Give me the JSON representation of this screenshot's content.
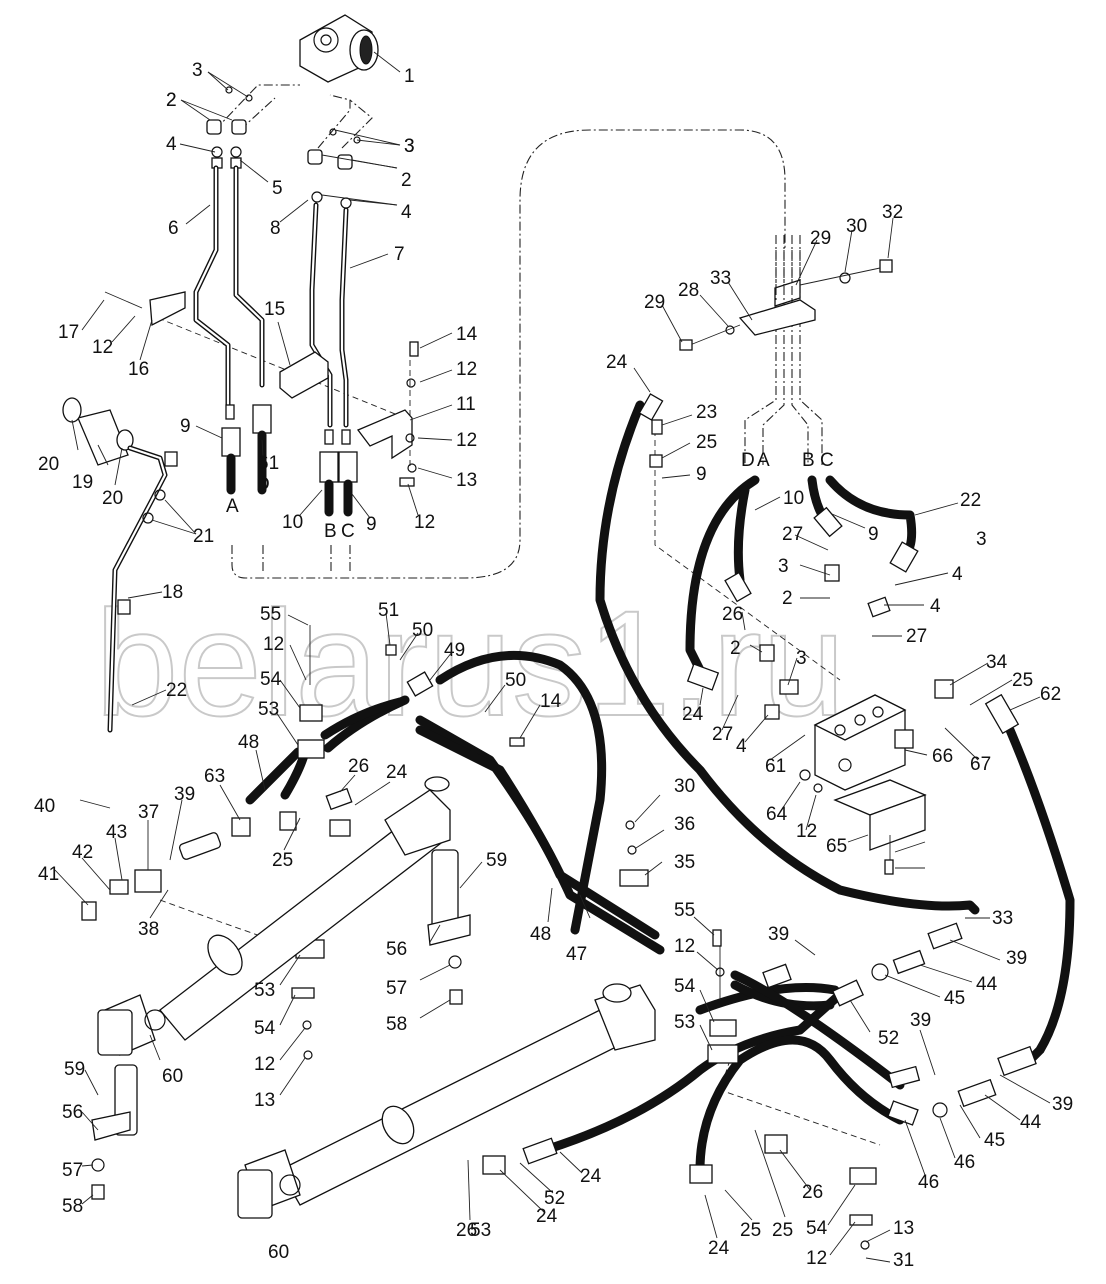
{
  "watermark": "belarus1.ru",
  "ports": [
    "A",
    "D",
    "B",
    "C",
    "D",
    "A",
    "B",
    "C"
  ],
  "callouts": [
    "1",
    "2",
    "3",
    "3",
    "4",
    "5",
    "6",
    "8",
    "3",
    "2",
    "2",
    "4",
    "7",
    "17",
    "12",
    "16",
    "15",
    "14",
    "12",
    "11",
    "12",
    "13",
    "12",
    "9",
    "61",
    "10",
    "9",
    "20",
    "19",
    "20",
    "21",
    "18",
    "22",
    "55",
    "12",
    "54",
    "53",
    "51",
    "50",
    "49",
    "50",
    "14",
    "48",
    "63",
    "26",
    "24",
    "25",
    "39",
    "37",
    "40",
    "43",
    "42",
    "41",
    "38",
    "59",
    "56",
    "57",
    "58",
    "60",
    "53",
    "54",
    "12",
    "13",
    "59",
    "56",
    "57",
    "58",
    "60",
    "30",
    "36",
    "35",
    "48",
    "47",
    "55",
    "12",
    "54",
    "53",
    "39",
    "33",
    "39",
    "44",
    "45",
    "52",
    "39",
    "39",
    "44",
    "45",
    "46",
    "46",
    "24",
    "26",
    "24",
    "25",
    "26",
    "25",
    "52",
    "24",
    "53",
    "54",
    "12",
    "13",
    "31",
    "29",
    "30",
    "32",
    "29",
    "28",
    "33",
    "24",
    "23",
    "25",
    "9",
    "10",
    "9",
    "22",
    "3",
    "27",
    "3",
    "4",
    "2",
    "4",
    "27",
    "2",
    "3",
    "27",
    "4",
    "61",
    "26",
    "24",
    "34",
    "25",
    "62",
    "67",
    "66",
    "64",
    "12",
    "65"
  ]
}
